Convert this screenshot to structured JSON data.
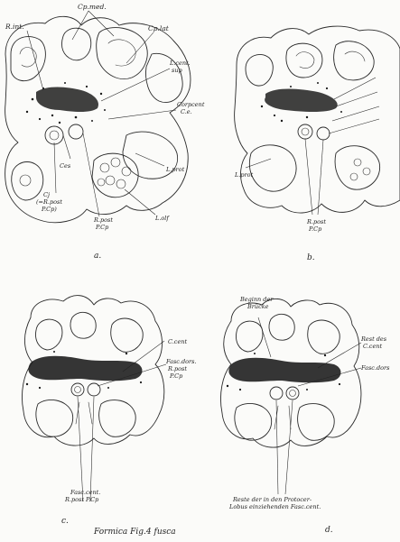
{
  "figure": {
    "caption": "Formica Fig.4 fusca",
    "panels": [
      {
        "id": "a",
        "letter": "a.",
        "labels": {
          "r_int": "R.int.",
          "cp_med": "Cp.med.",
          "cp_lat": "Cp.lat",
          "l_cent_sup_1": "L.cent.",
          "l_cent_sup_2": "sup",
          "corpcent_1": "Corpcent",
          "corpcent_2": "C.e.",
          "ces": "Ces",
          "cj_1": "Cj",
          "cj_2": "(=R.post",
          "cj_3": "P.Cp)",
          "r_post_1": "R.post",
          "r_post_2": "P.Cp",
          "l_prot": "L.prot",
          "l_olf": "L.olf"
        }
      },
      {
        "id": "b",
        "letter": "b.",
        "labels": {
          "l_prot": "L.prot",
          "r_post_1": "R.post",
          "r_post_2": "P.Cp"
        }
      },
      {
        "id": "c",
        "letter": "c.",
        "labels": {
          "c_cent": "C.cent",
          "fasc_d_1": "Fasc.dors.",
          "fasc_d_2": "R.post",
          "fasc_d_3": "P.Cp",
          "fasc_cent_1": "Fasc.cent.",
          "fasc_cent_2": "R.post P.Cp"
        }
      },
      {
        "id": "d",
        "letter": "d.",
        "labels": {
          "beginn_1": "Beginn der",
          "beginn_2": "Brücke",
          "rest_1": "Rest des",
          "rest_2": "C.cent",
          "fasc_dors": "Fasc.dors",
          "reste_1": "Reste der in den Protocer-",
          "reste_2": "Lobus einziehenden Fasc.cent."
        }
      }
    ]
  }
}
